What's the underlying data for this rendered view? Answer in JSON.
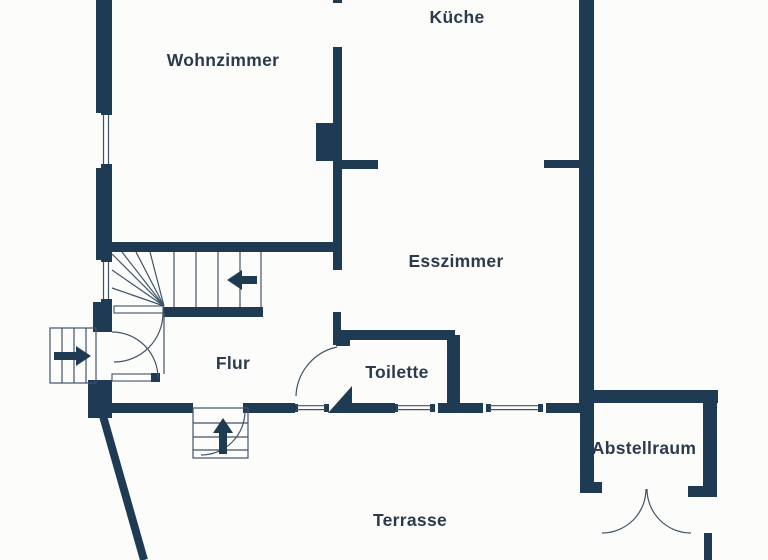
{
  "floor_plan": {
    "rooms": [
      {
        "id": "wohnzimmer",
        "label": "Wohnzimmer"
      },
      {
        "id": "kueche",
        "label": "Küche"
      },
      {
        "id": "esszimmer",
        "label": "Esszimmer"
      },
      {
        "id": "flur",
        "label": "Flur"
      },
      {
        "id": "toilette",
        "label": "Toilette"
      },
      {
        "id": "abstellraum",
        "label": "Abstellraum"
      },
      {
        "id": "terrasse",
        "label": "Terrasse"
      }
    ],
    "icons": [
      {
        "name": "stair-arrow-left-icon",
        "meaning": "stair direction up, main staircase"
      },
      {
        "name": "stair-arrow-right-icon",
        "meaning": "entrance steps direction"
      },
      {
        "name": "stair-arrow-up-icon",
        "meaning": "terrace steps direction"
      }
    ],
    "colors": {
      "wall": "#1f3b54",
      "line": "#41536a",
      "label": "#2b3b4d",
      "background": "#fcfcfa"
    }
  }
}
